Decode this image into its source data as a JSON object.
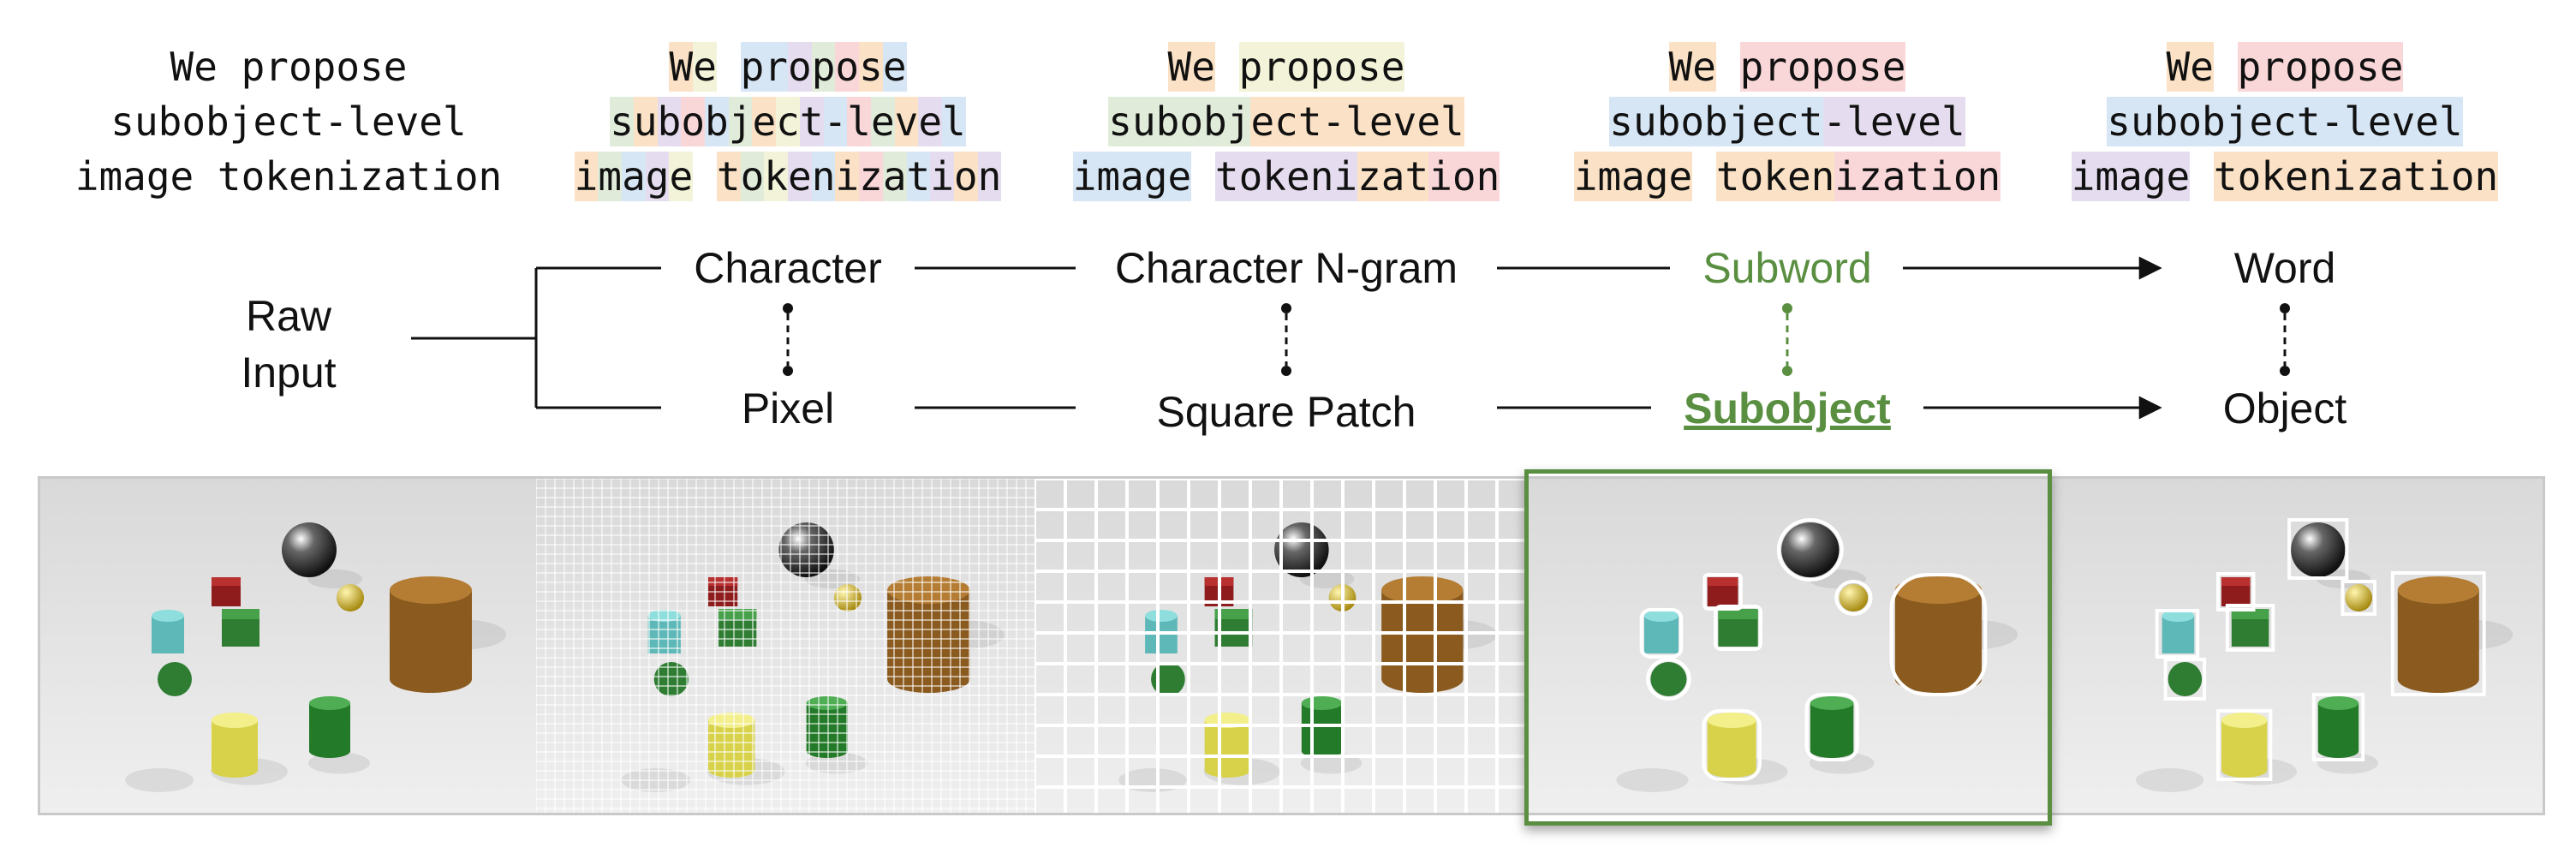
{
  "sentences": [
    {
      "lines": [
        [
          {
            "t": "We propose",
            "c": "none"
          }
        ],
        [
          {
            "t": "subobject-level",
            "c": "none"
          }
        ],
        [
          {
            "t": "image tokenization",
            "c": "none"
          }
        ]
      ]
    },
    {
      "lines": [
        [
          {
            "t": "W",
            "c": "#fbe2c6"
          },
          {
            "t": "e",
            "c": "#f3f3d9"
          },
          {
            "t": " ",
            "c": "#ffffff"
          },
          {
            "t": "p",
            "c": "#d7e6f5"
          },
          {
            "t": "r",
            "c": "#d7e6f5"
          },
          {
            "t": "o",
            "c": "#e5ddef"
          },
          {
            "t": "p",
            "c": "#e0ecd9"
          },
          {
            "t": "o",
            "c": "#f9d7d9"
          },
          {
            "t": "s",
            "c": "#fbe2c6"
          },
          {
            "t": "e",
            "c": "#d7e6f5"
          }
        ],
        [
          {
            "t": "s",
            "c": "#e0ecd9"
          },
          {
            "t": "u",
            "c": "#fbe2c6"
          },
          {
            "t": "b",
            "c": "#e5ddef"
          },
          {
            "t": "o",
            "c": "#f9d7d9"
          },
          {
            "t": "b",
            "c": "#d7e6f5"
          },
          {
            "t": "j",
            "c": "#e0ecd9"
          },
          {
            "t": "e",
            "c": "#fbe2c6"
          },
          {
            "t": "c",
            "c": "#f3f3d9"
          },
          {
            "t": "t",
            "c": "#e5ddef"
          },
          {
            "t": "-",
            "c": "#d7e6f5"
          },
          {
            "t": "l",
            "c": "#f9d7d9"
          },
          {
            "t": "e",
            "c": "#e0ecd9"
          },
          {
            "t": "v",
            "c": "#fbe2c6"
          },
          {
            "t": "e",
            "c": "#e5ddef"
          },
          {
            "t": "l",
            "c": "#d7e6f5"
          }
        ],
        [
          {
            "t": "i",
            "c": "#fbe2c6"
          },
          {
            "t": "m",
            "c": "#e0ecd9"
          },
          {
            "t": "a",
            "c": "#d7e6f5"
          },
          {
            "t": "g",
            "c": "#e5ddef"
          },
          {
            "t": "e",
            "c": "#f3f3d9"
          },
          {
            "t": " ",
            "c": "#ffffff"
          },
          {
            "t": "t",
            "c": "#fbe2c6"
          },
          {
            "t": "o",
            "c": "#e0ecd9"
          },
          {
            "t": "k",
            "c": "#f3f3d9"
          },
          {
            "t": "e",
            "c": "#e5ddef"
          },
          {
            "t": "n",
            "c": "#d7e6f5"
          },
          {
            "t": "i",
            "c": "#fbe2c6"
          },
          {
            "t": "z",
            "c": "#f9d7d9"
          },
          {
            "t": "a",
            "c": "#e0ecd9"
          },
          {
            "t": "t",
            "c": "#d7e6f5"
          },
          {
            "t": "i",
            "c": "#e5ddef"
          },
          {
            "t": "o",
            "c": "#fbe2c6"
          },
          {
            "t": "n",
            "c": "#e5ddef"
          }
        ]
      ]
    },
    {
      "lines": [
        [
          {
            "t": "We",
            "c": "#fbe2c6"
          },
          {
            "t": " ",
            "c": "#ffffff"
          },
          {
            "t": "pro",
            "c": "#f3f3d9"
          },
          {
            "t": "pose",
            "c": "#f3f3d9"
          }
        ],
        [
          {
            "t": "sub",
            "c": "#e0ecd9"
          },
          {
            "t": "obj",
            "c": "#e0ecd9"
          },
          {
            "t": "ect",
            "c": "#fbe2c6"
          },
          {
            "t": "-le",
            "c": "#fbe2c6"
          },
          {
            "t": "vel",
            "c": "#fbe2c6"
          }
        ],
        [
          {
            "t": "im",
            "c": "#d7e6f5"
          },
          {
            "t": "age",
            "c": "#d7e6f5"
          },
          {
            "t": " ",
            "c": "#ffffff"
          },
          {
            "t": "tok",
            "c": "#e5ddef"
          },
          {
            "t": "eni",
            "c": "#e5ddef"
          },
          {
            "t": "zat",
            "c": "#fbe2c6"
          },
          {
            "t": "ion",
            "c": "#f9d7d9"
          }
        ]
      ]
    },
    {
      "lines": [
        [
          {
            "t": "We",
            "c": "#fbe2c6"
          },
          {
            "t": " ",
            "c": "#ffffff"
          },
          {
            "t": "propose",
            "c": "#f9d7d9"
          }
        ],
        [
          {
            "t": "subobject",
            "c": "#d7e6f5"
          },
          {
            "t": "-level",
            "c": "#e5ddef"
          }
        ],
        [
          {
            "t": "image",
            "c": "#fbe2c6"
          },
          {
            "t": " ",
            "c": "#ffffff"
          },
          {
            "t": "token",
            "c": "#fbe2c6"
          },
          {
            "t": "ization",
            "c": "#f9d7d9"
          }
        ]
      ]
    },
    {
      "lines": [
        [
          {
            "t": "We",
            "c": "#fbe2c6"
          },
          {
            "t": " ",
            "c": "#ffffff"
          },
          {
            "t": "propose",
            "c": "#f9d7d9"
          }
        ],
        [
          {
            "t": "subobject-level",
            "c": "#d7e6f5"
          }
        ],
        [
          {
            "t": "image",
            "c": "#e5ddef"
          },
          {
            "t": " ",
            "c": "#ffffff"
          },
          {
            "t": "tokenization",
            "c": "#fbe2c6"
          }
        ]
      ]
    }
  ],
  "raw_input": [
    "Raw",
    "Input"
  ],
  "language_tokens": [
    "Character",
    "Character N-gram",
    "Subword",
    "Word"
  ],
  "vision_tokens": [
    "Pixel",
    "Square Patch",
    "Subobject",
    "Object"
  ],
  "colors": {
    "accent_green": "#5a8f41",
    "line": "#111111",
    "token_orange": "#fbe2c6",
    "token_blue": "#d7e6f5",
    "token_green": "#e0ecd9",
    "token_pink": "#f9d7d9",
    "token_purple": "#e5ddef",
    "token_yellow": "#f3f3d9"
  },
  "panels": [
    {
      "name": "raw-image-panel",
      "overlay": "none"
    },
    {
      "name": "pixel-grid-panel",
      "overlay": "fine-grid"
    },
    {
      "name": "square-patch-panel",
      "overlay": "coarse-grid"
    },
    {
      "name": "subobject-panel",
      "overlay": "outlines"
    },
    {
      "name": "object-panel",
      "overlay": "boxes"
    }
  ],
  "scene_objects": [
    "metal sphere",
    "red cube",
    "cyan cylinder",
    "green cube",
    "green sphere",
    "gold sphere",
    "brown cylinder",
    "yellow cylinder",
    "green cylinder"
  ]
}
